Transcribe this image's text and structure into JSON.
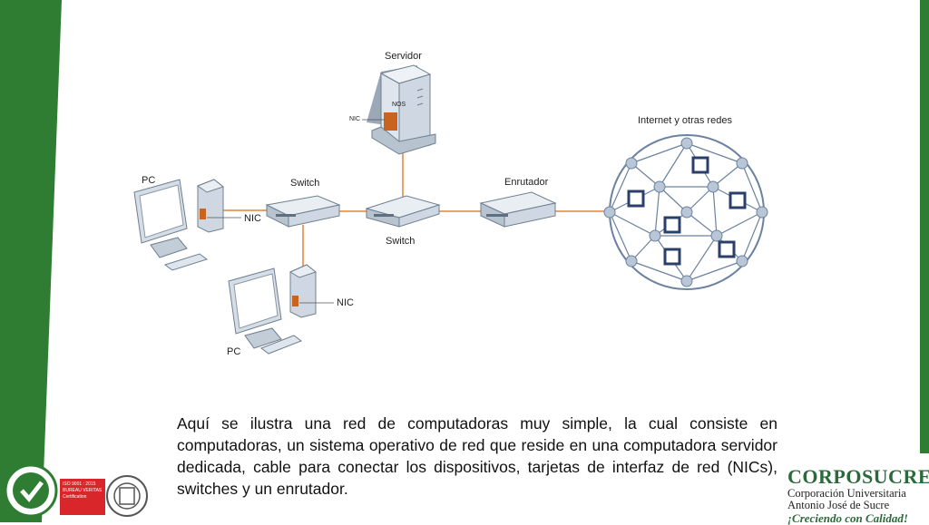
{
  "diagram": {
    "labels": {
      "server": "Servidor",
      "nos": "NOS",
      "nic_server": "NIC",
      "internet": "Internet y  otras redes",
      "pc_top": "PC",
      "switch_left": "Switch",
      "switch_center": "Switch",
      "router": "Enrutador",
      "nic_pc_top": "NIC",
      "nic_pc_bottom": "NIC",
      "pc_bottom": "PC"
    }
  },
  "description": "Aquí se ilustra una red de computadoras muy simple, la cual consiste en computadoras, un sistema operativo de red que reside en una computadora servidor dedicada, cable para conectar los dispositivos, tarjetas de interfaz de red (NICs), switches y un enrutador.",
  "certification": {
    "iso_line1": "ISO 9001 : 2015",
    "iso_line2": "BUREAU VERITAS",
    "iso_line3": "Certification"
  },
  "brand": {
    "name": "CORPOSUCRE",
    "line1": "Corporación Universitaria",
    "line2": "Antonio José de Sucre",
    "slogan": "¡Creciendo con Calidad!"
  },
  "colors": {
    "green": "#2e7d32",
    "cable": "#e8a366",
    "nic_orange": "#c8641e",
    "device": "#cdd7e3",
    "device_dark": "#7d8fa3"
  }
}
